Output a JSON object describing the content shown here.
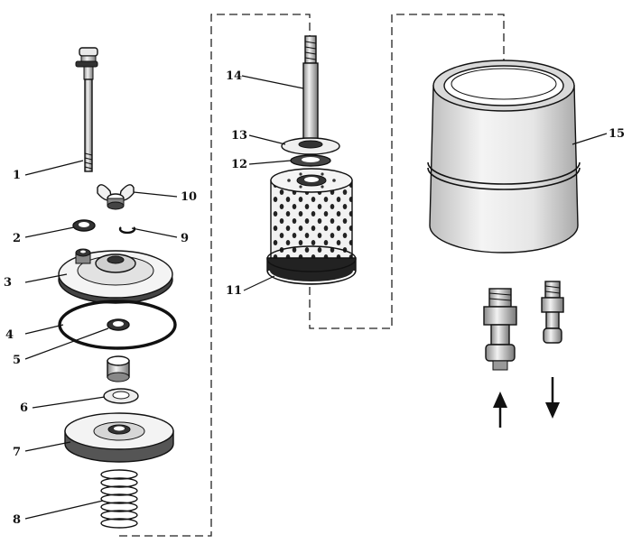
{
  "callouts": [
    {
      "id": "1",
      "label": "1"
    },
    {
      "id": "2",
      "label": "2"
    },
    {
      "id": "3",
      "label": "3"
    },
    {
      "id": "4",
      "label": "4"
    },
    {
      "id": "5",
      "label": "5"
    },
    {
      "id": "6",
      "label": "6"
    },
    {
      "id": "7",
      "label": "7"
    },
    {
      "id": "8",
      "label": "8"
    },
    {
      "id": "9",
      "label": "9"
    },
    {
      "id": "10",
      "label": "10"
    },
    {
      "id": "11",
      "label": "11"
    },
    {
      "id": "12",
      "label": "12"
    },
    {
      "id": "13",
      "label": "13"
    },
    {
      "id": "14",
      "label": "14"
    },
    {
      "id": "15",
      "label": "15"
    }
  ],
  "flow_arrows": [
    {
      "name": "inlet-arrow",
      "direction": "up"
    },
    {
      "name": "outlet-arrow",
      "direction": "down"
    }
  ],
  "colors": {
    "ink": "#111111",
    "paper": "#ffffff",
    "shade": "#dcdcdc"
  }
}
